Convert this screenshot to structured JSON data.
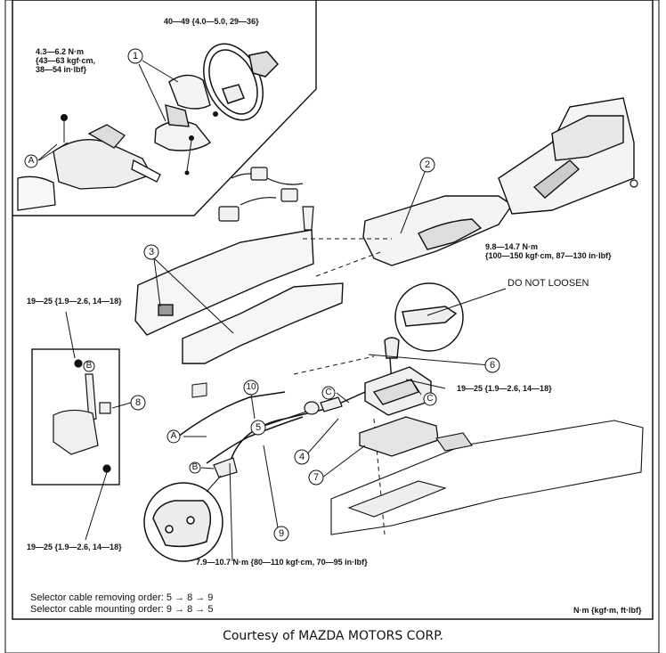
{
  "torques": {
    "t1": "40—49 {4.0—5.0, 29—36}",
    "t2a": "4.3—6.2 N·m",
    "t2b": "{43—63 kgf·cm,",
    "t2c": "38—54 in·lbf}",
    "t3a": "9.8—14.7 N·m",
    "t3b": "{100—150 kgf·cm, 87—130 in·lbf}",
    "t4": "19—25 {1.9—2.6, 14—18}",
    "t5": "19—25 {1.9—2.6, 14—18}",
    "t6": "19—25 {1.9—2.6, 14—18}",
    "t7": "7.9—10.7 N·m {80—110 kgf·cm, 70—95 in·lbf}"
  },
  "warning": "DO NOT LOOSEN",
  "callouts": {
    "c1": "1",
    "c2": "2",
    "c3": "3",
    "c4": "4",
    "c5": "5",
    "c6": "6",
    "c7": "7",
    "c8": "8",
    "c9": "9",
    "c10": "10",
    "A": "A",
    "B": "B",
    "C": "C"
  },
  "orders": {
    "removing": "Selector cable removing order: 5 → 8 → 9",
    "mounting": "Selector cable mounting order: 9 → 8 → 5"
  },
  "units": "N·m {kgf·m, ft·lbf}",
  "credit": "Courtesy of MAZDA MOTORS CORP."
}
